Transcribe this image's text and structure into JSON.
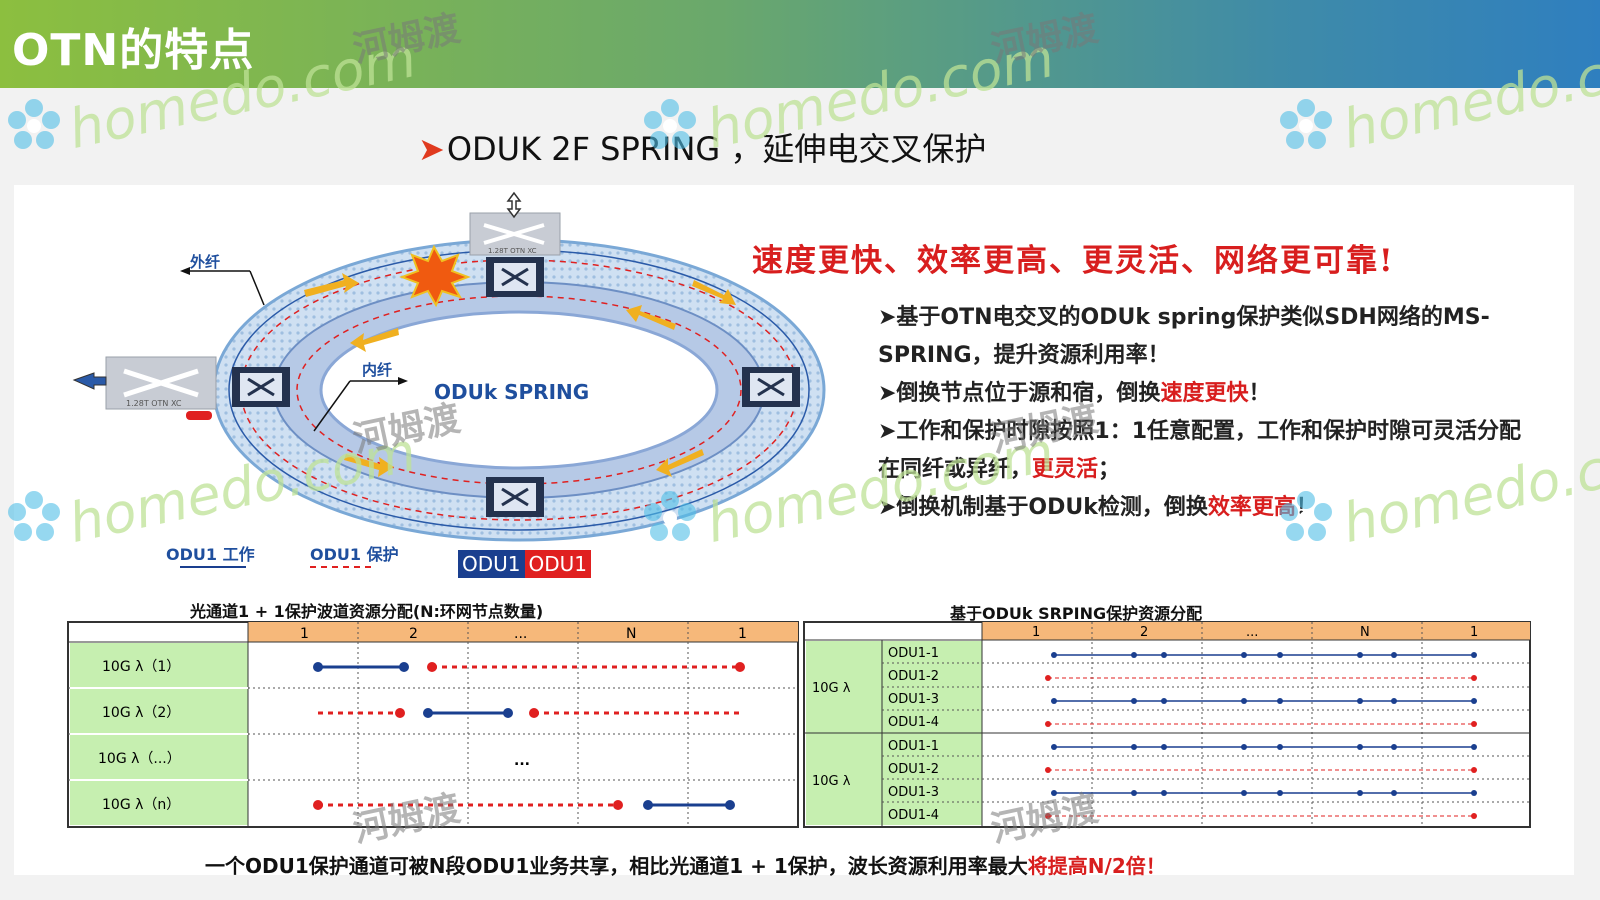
{
  "title": "OTN的特点",
  "subtitle": {
    "arrow": "➤",
    "text": "ODUK 2F SPRING ，延伸电交叉保护"
  },
  "diagram": {
    "outer_fiber_label": "外纤",
    "inner_fiber_label": "内纤",
    "ring_label": "ODUk SPRING",
    "node_caption": "1.28T OTN XC",
    "legend_work": "ODU1 工作",
    "legend_protect": "ODU1 保护",
    "odu_box_left": "ODU1",
    "odu_box_right": "ODU1",
    "colors": {
      "work": "#1a3f8f",
      "protect": "#e02020",
      "ring": "#9cc4e4",
      "arrow": "#f0b020"
    }
  },
  "slogan": "速度更快、效率更高、更灵活、网络更可靠!",
  "bullets": [
    {
      "prefix": "➤基于OTN电交叉的ODUk spring保护类似SDH网络的MS-SPRING，提升资源利用率！",
      "highlight": "",
      "suffix": ""
    },
    {
      "prefix": "➤倒换节点位于源和宿，倒换",
      "highlight": "速度更快",
      "suffix": "！"
    },
    {
      "prefix": "➤工作和保护时隙按照1：1任意配置，工作和保护时隙可灵活分配在同纤或异纤，",
      "highlight": "更灵活",
      "suffix": "；"
    },
    {
      "prefix": "➤倒换机制基于ODUk检测，倒换",
      "highlight": "效率更高",
      "suffix": "！"
    }
  ],
  "table_left": {
    "title": "光通道1 + 1保护波道资源分配(N:环网节点数量)",
    "columns": [
      "1",
      "2",
      "...",
      "N",
      "1"
    ],
    "rows": [
      "10G λ（1）",
      "10G λ（2）",
      "10G λ（...）",
      "10G λ（n）"
    ],
    "ellipsis": "..."
  },
  "table_right": {
    "title": "基于ODUk SRPING保护资源分配",
    "columns": [
      "1",
      "2",
      "...",
      "N",
      "1"
    ],
    "groups": [
      {
        "label": "10G λ",
        "rows": [
          "ODU1-1",
          "ODU1-2",
          "ODU1-3",
          "ODU1-4"
        ]
      },
      {
        "label": "10G λ",
        "rows": [
          "ODU1-1",
          "ODU1-2",
          "ODU1-3",
          "ODU1-4"
        ]
      }
    ]
  },
  "footer": {
    "prefix": "一个ODU1保护通道可被N段ODU1业务共享，相比光通道1 + 1保护，波长资源利用率最大",
    "highlight": "将提高N/2倍！"
  },
  "watermark": {
    "latin": "homedo.com",
    "cn": "河姆渡"
  }
}
